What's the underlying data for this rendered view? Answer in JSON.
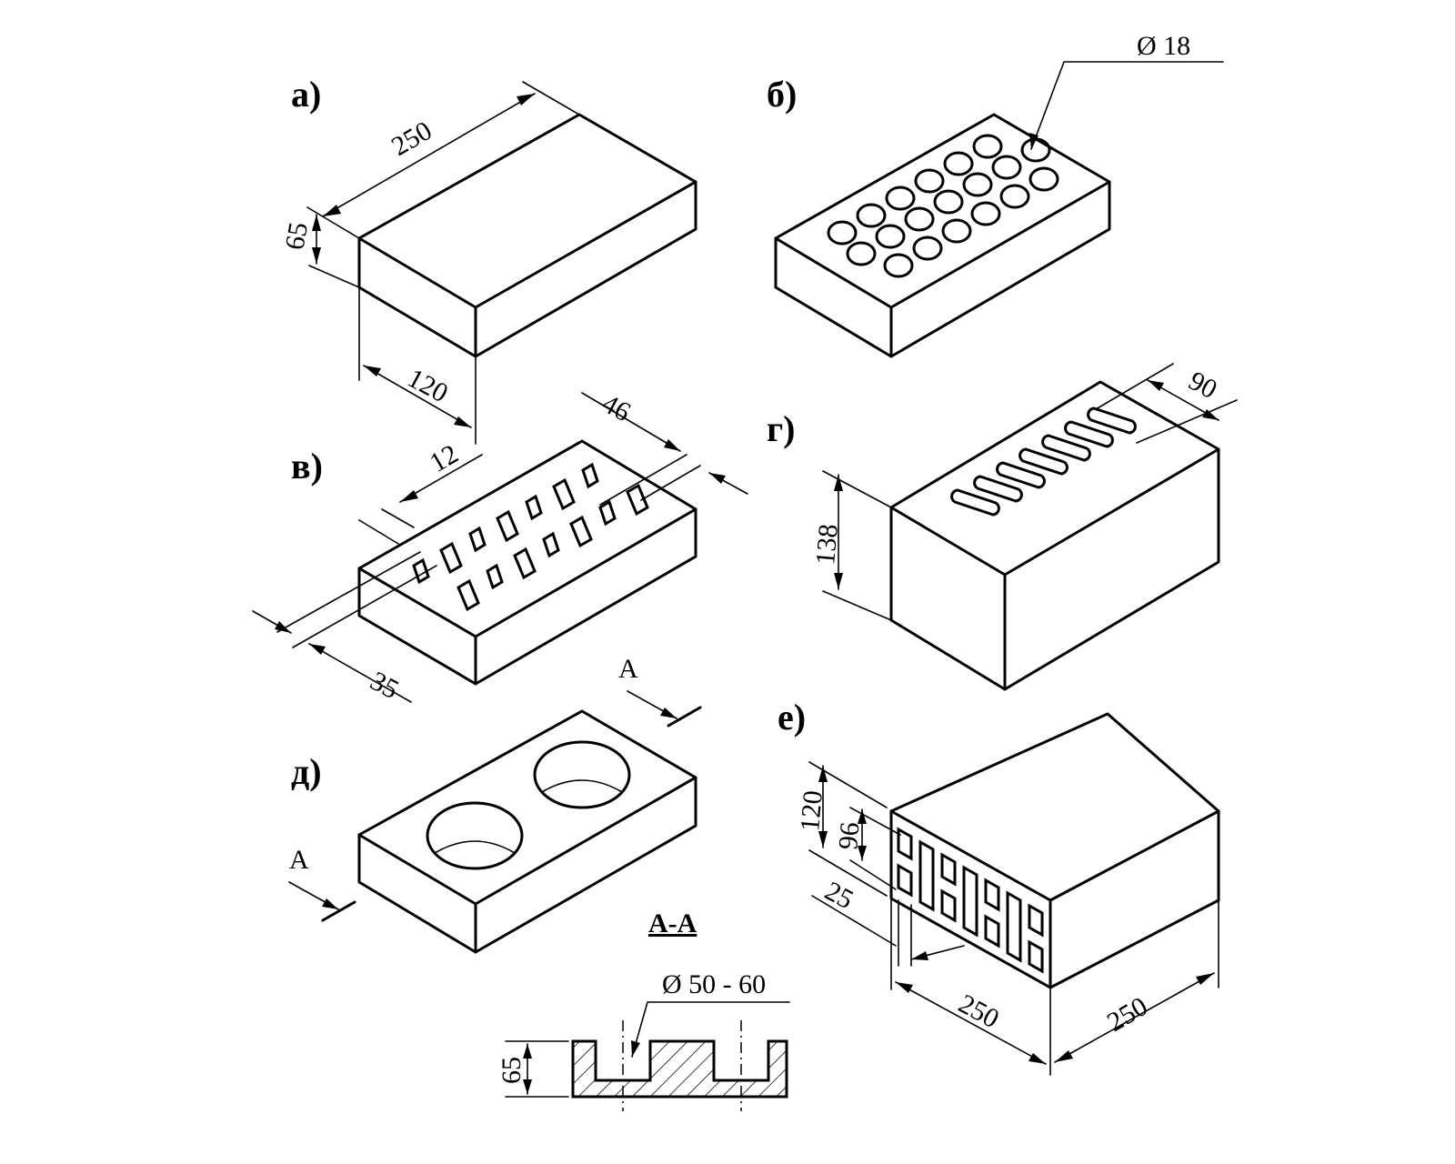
{
  "labels": {
    "a": "а)",
    "b": "б)",
    "v": "в)",
    "g": "г)",
    "d": "д)",
    "e": "е)"
  },
  "dims": {
    "a_length": "250",
    "a_height": "65",
    "a_width": "120",
    "b_hole": "Ø 18",
    "v_slot_a": "46",
    "v_slot_b": "12",
    "v_slot_c": "35",
    "g_slot": "90",
    "g_height": "138",
    "d_hole": "Ø 50 - 60",
    "d_height": "65",
    "e_h1": "120",
    "e_h2": "96",
    "e_w": "25",
    "e_len1": "250",
    "e_len2": "250"
  },
  "section": {
    "mark": "A",
    "mark2": "A",
    "title": "A-A"
  }
}
